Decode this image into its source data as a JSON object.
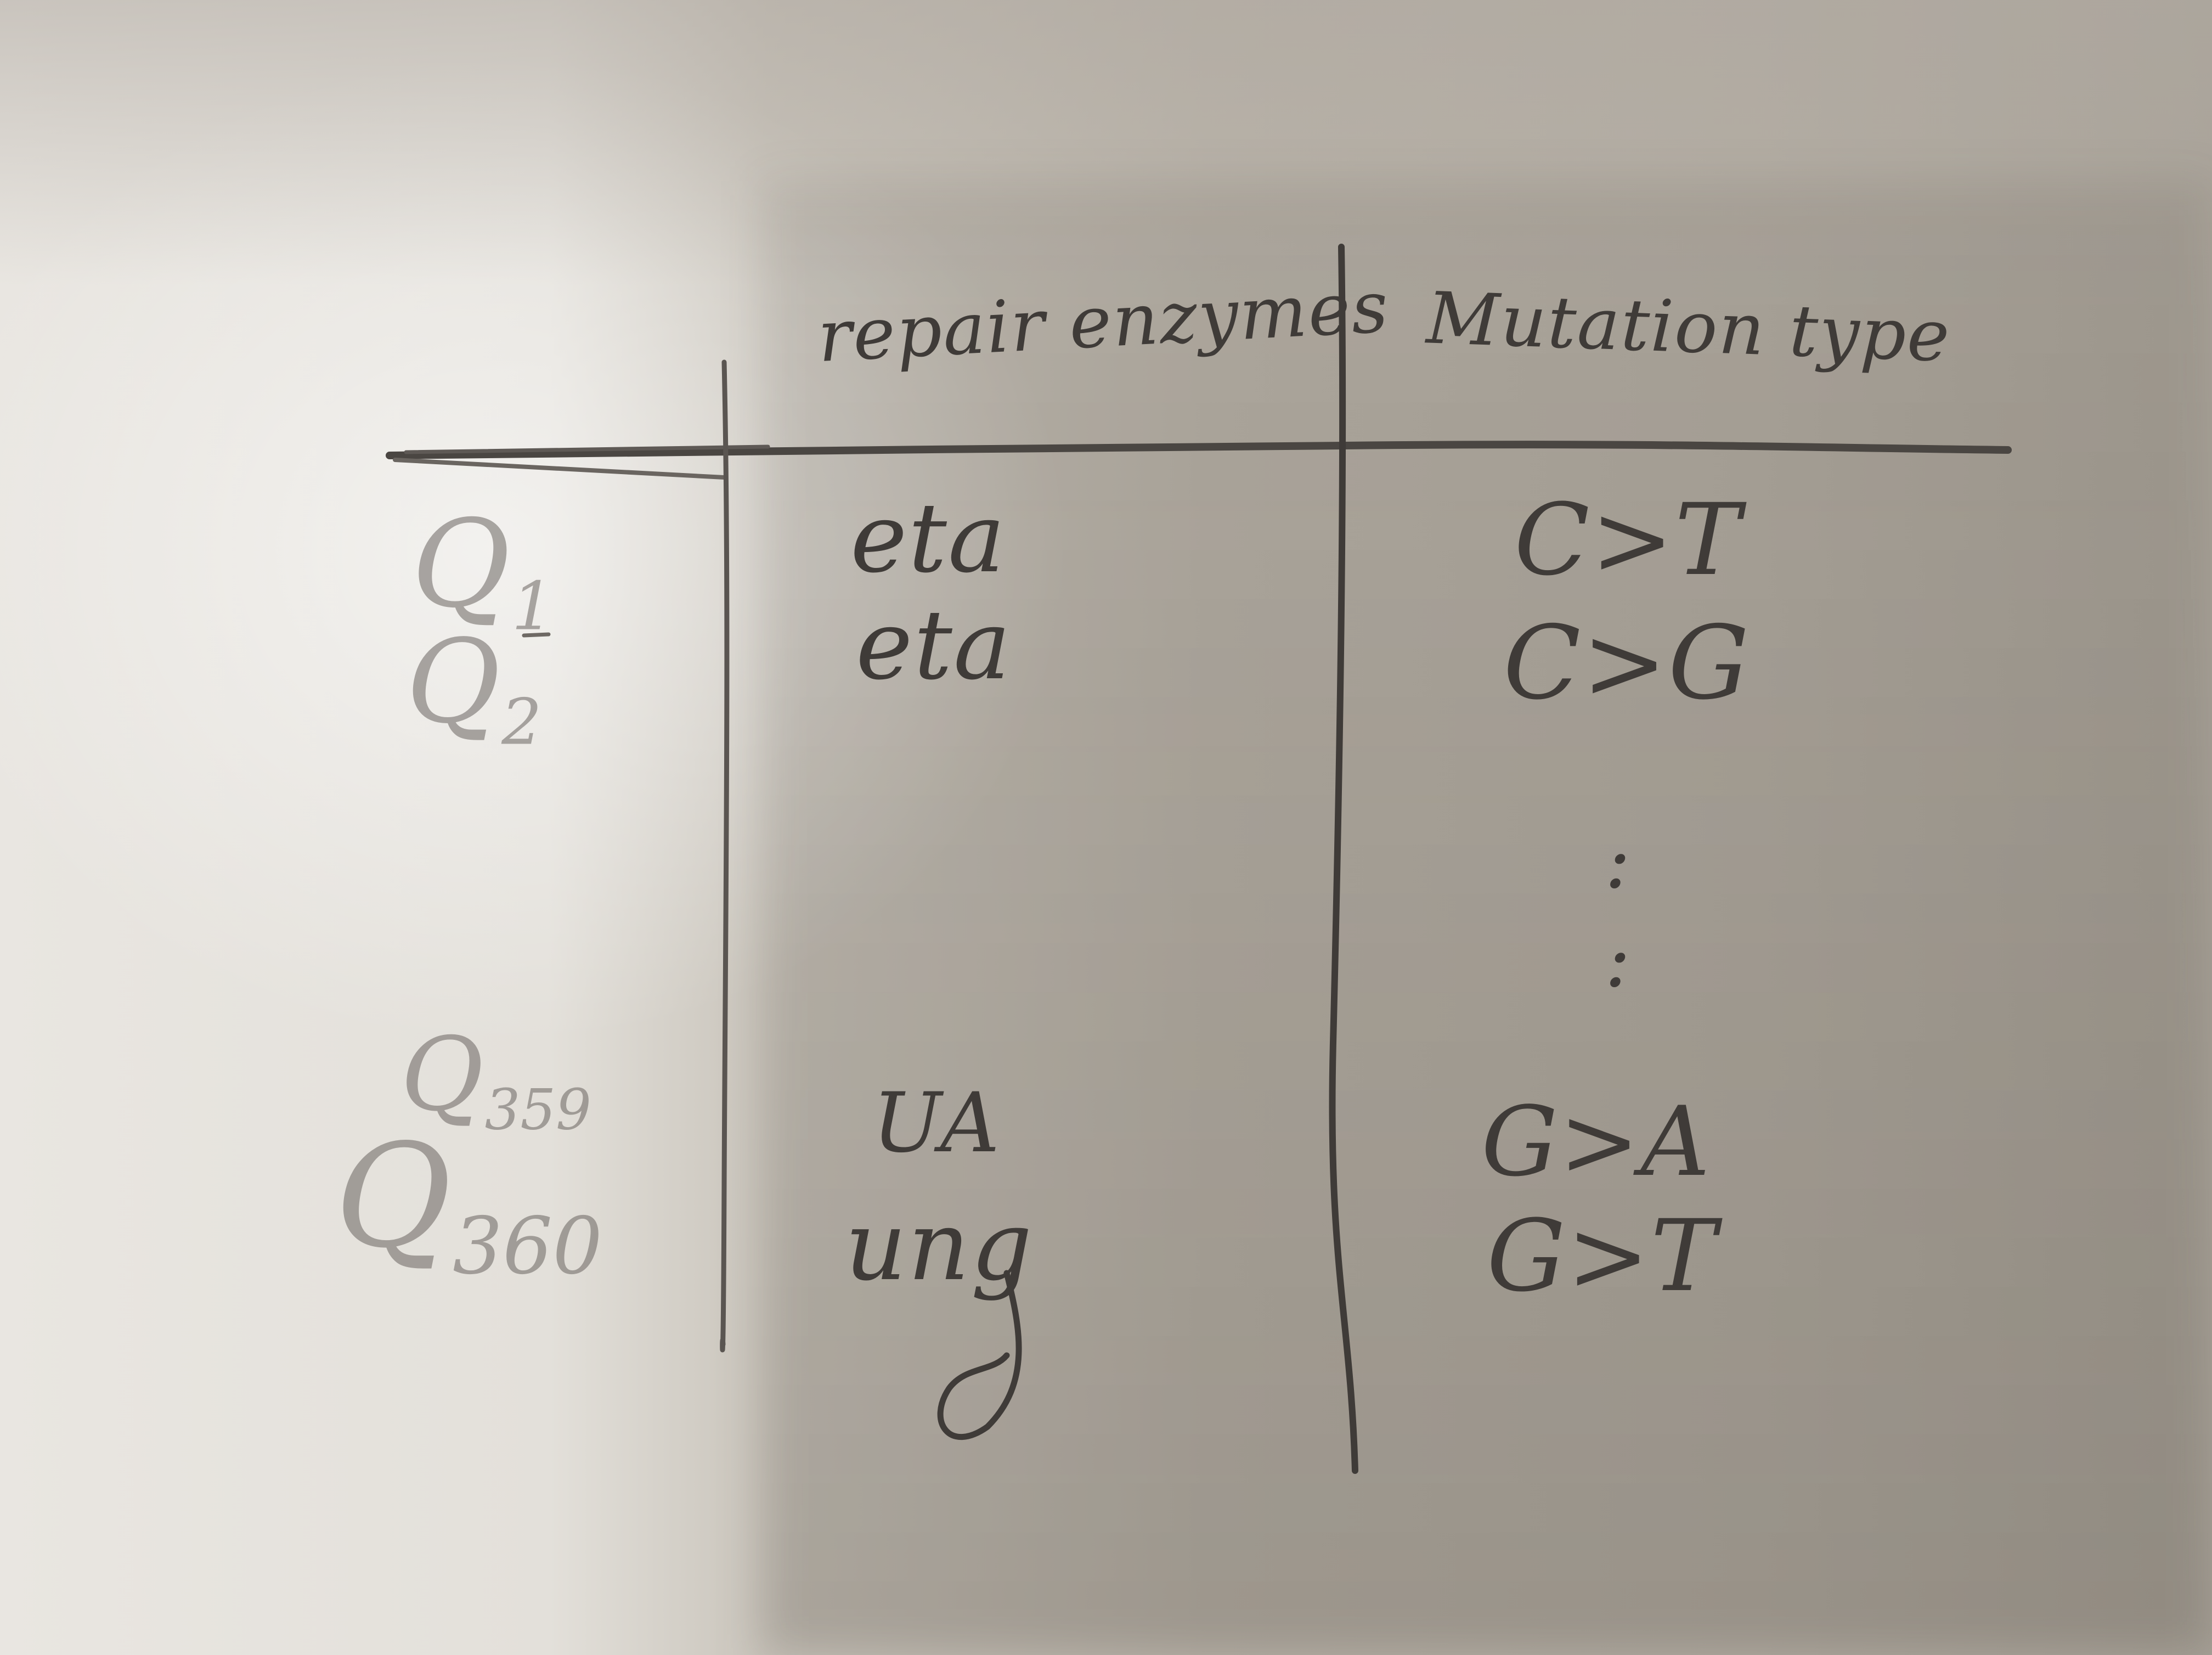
{
  "table": {
    "headers": {
      "row_label": "",
      "enzyme": "repair enzymes",
      "mutation": "Mutation type"
    },
    "rows": [
      {
        "label_main": "Q",
        "label_sub": "1",
        "enzyme": "eta",
        "mutation": "C>T"
      },
      {
        "label_main": "Q",
        "label_sub": "2",
        "enzyme": "eta",
        "mutation": "C>G"
      },
      {
        "label_main": "Q",
        "label_sub": "359",
        "enzyme": "UA",
        "mutation": "G>A"
      },
      {
        "label_main": "Q",
        "label_sub": "360",
        "enzyme": "ung",
        "mutation": "G>T"
      }
    ],
    "ellipsis": ":"
  },
  "colors": {
    "pencil": "#3f3b38",
    "paper_light": "#e9e6e1",
    "paper_shadow": "#a9a399"
  }
}
